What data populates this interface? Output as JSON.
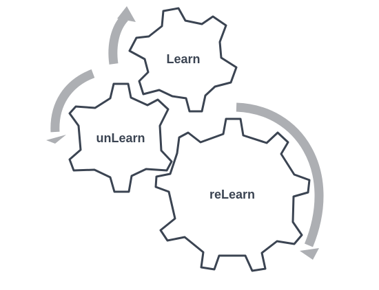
{
  "diagram": {
    "gears": [
      {
        "id": "learn",
        "label": "Learn"
      },
      {
        "id": "unlearn",
        "label": "unLearn"
      },
      {
        "id": "relearn",
        "label": "reLearn"
      }
    ],
    "arrow_color": "#adafb3",
    "gear_outline_color": "#3b4452",
    "label_color": "#3b4452"
  }
}
